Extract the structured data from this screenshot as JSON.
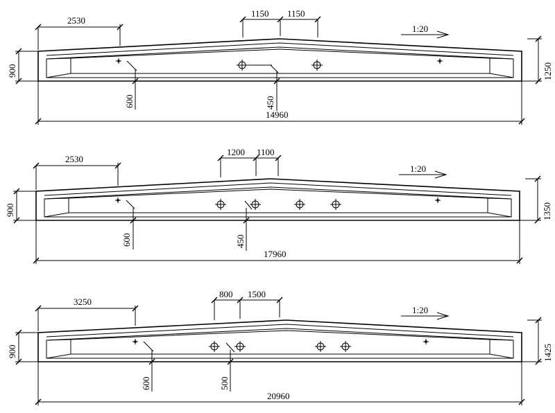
{
  "beams": [
    {
      "id": "beam-1",
      "span": "14960",
      "height_end": "900",
      "height_mid": "1250",
      "slope": "1:20",
      "top_dim_left": "1150",
      "top_dim_right": "1150",
      "left_dim": "2530",
      "bottom_dim_1": "600",
      "bottom_dim_2": "450"
    },
    {
      "id": "beam-2",
      "span": "17960",
      "height_end": "900",
      "height_mid": "1350",
      "slope": "1:20",
      "top_dim_left": "1200",
      "top_dim_right": "1100",
      "left_dim": "2530",
      "bottom_dim_1": "600",
      "bottom_dim_2": "450"
    },
    {
      "id": "beam-3",
      "span": "20960",
      "height_end": "900",
      "height_mid": "1425",
      "slope": "1:20",
      "top_dim_left": "800",
      "top_dim_right": "1500",
      "left_dim": "3250",
      "bottom_dim_1": "600",
      "bottom_dim_2": "500"
    }
  ]
}
